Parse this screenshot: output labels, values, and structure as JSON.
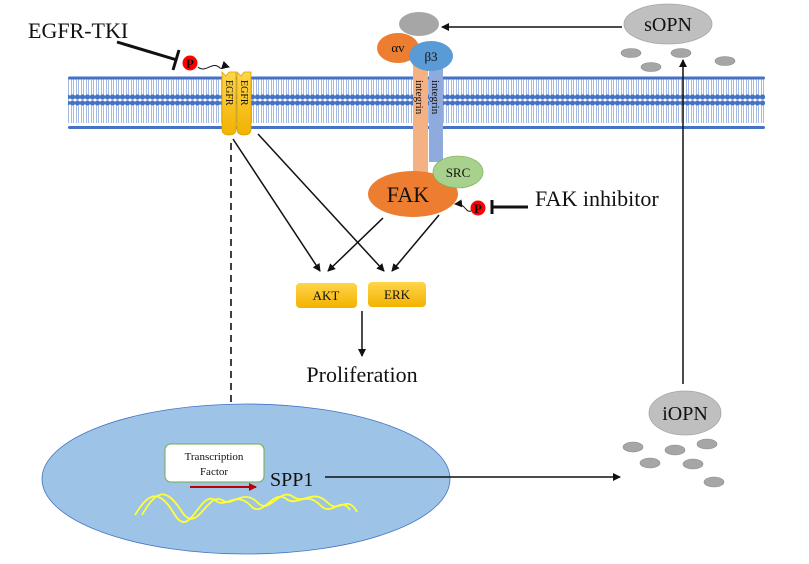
{
  "title": "EGFR / integrin-FAK / osteopontin signaling diagram",
  "labels": {
    "egfr_tki": "EGFR-TKI",
    "fak_inhibitor": "FAK inhibitor",
    "phospho": "P",
    "egfr": "EGFR",
    "integrin": "integrin",
    "alpha_v": "αv",
    "beta3": "β3",
    "src": "SRC",
    "fak": "FAK",
    "akt": "AKT",
    "erk": "ERK",
    "proliferation": "Proliferation",
    "transcription_factor_line1": "Transcription",
    "transcription_factor_line2": "Factor",
    "spp1": "SPP1",
    "sopn": "sOPN",
    "iopn": "iOPN"
  },
  "colors": {
    "membrane_head": "#4472C4",
    "membrane_tail": "#8EA9DB",
    "egfr": "#FFC000",
    "alpha_v": "#ED7D31",
    "beta3": "#5B9BD5",
    "integrin_alpha_bar": "#F4B183",
    "integrin_beta_bar": "#8FAADC",
    "src": "#A9D18E",
    "fak": "#ED7D31",
    "phospho": "#FF0000",
    "kinase_box": "#FFC000",
    "nucleus": "#9DC3E6",
    "dna": "#FFFF33",
    "transcription_arrow": "#C00000",
    "opn": "#BFBFBF",
    "opn_particle": "#A6A6A6"
  }
}
